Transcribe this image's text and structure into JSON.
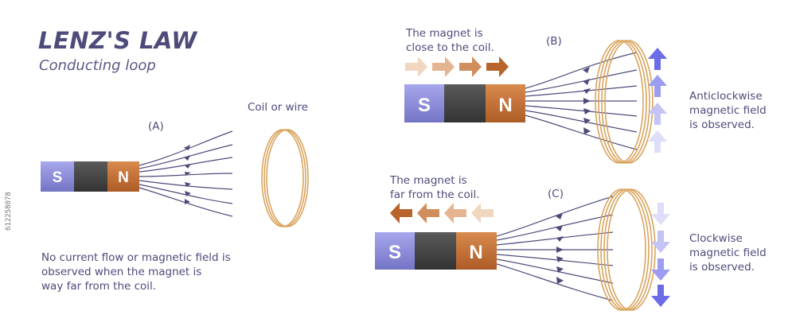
{
  "title": "LENZ'S LAW",
  "subtitle": "Conducting loop",
  "panel_a": {
    "label": "(A)",
    "coil_label": "Coil or wire",
    "magnet_s": "S",
    "magnet_n": "N",
    "caption": [
      "No current flow or magnetic field is",
      "observed when the magnet is",
      "way far from the coil."
    ]
  },
  "panel_b": {
    "label": "(B)",
    "note": [
      "The magnet is",
      "close to the coil."
    ],
    "magnet_s": "S",
    "magnet_n": "N",
    "caption": [
      "Anticlockwise",
      "magnetic field",
      "is observed."
    ]
  },
  "panel_c": {
    "label": "(C)",
    "note": [
      "The magnet is",
      "far from the coil."
    ],
    "magnet_s": "S",
    "magnet_n": "N",
    "caption": [
      "Clockwise",
      "magnetic field",
      "is observed."
    ]
  },
  "stock_id": "612258078",
  "colors": {
    "text": "#4d4b7a",
    "s_pole": "#8d8dd8",
    "middle": "#4a4a4a",
    "n_pole": "#c8733a",
    "field_line": "#4d4b7a",
    "coil": "#d9a45e",
    "arrow_brown": "#b8642a",
    "arrow_purple": "#6c6ce8"
  }
}
